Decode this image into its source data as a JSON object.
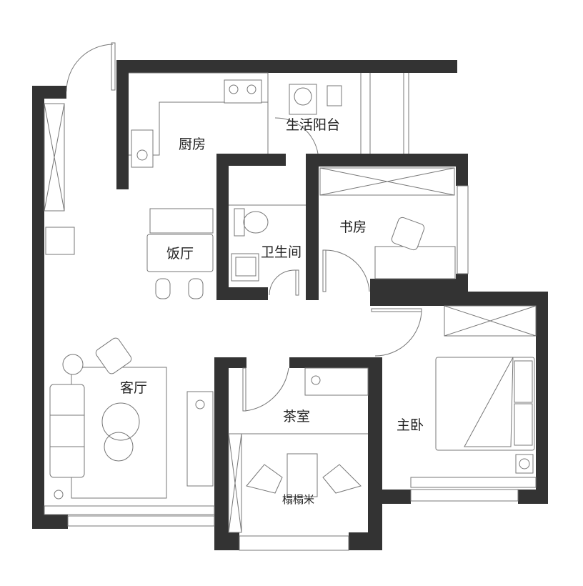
{
  "rooms": {
    "kitchen": "厨房",
    "utility_balcony": "生活阳台",
    "dining": "饭厅",
    "bathroom": "卫生间",
    "study": "书房",
    "living": "客厅",
    "tea_room": "茶室",
    "master_bedroom": "主卧",
    "tatami": "榻榻米"
  },
  "colors": {
    "wall": "#333333",
    "line": "#777777"
  }
}
